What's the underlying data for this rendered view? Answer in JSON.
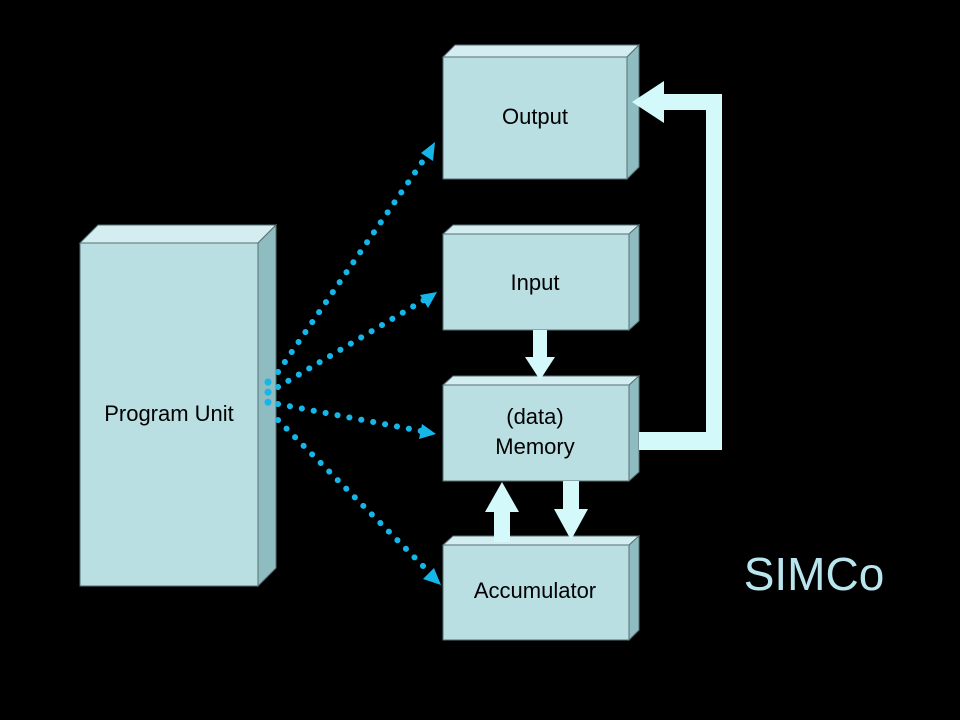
{
  "title": "SIMCo",
  "colors": {
    "background": "#000000",
    "box_front": "#b9dfe3",
    "box_top": "#d3edf0",
    "box_side": "#8fbcc1",
    "box_edge": "#566f72",
    "data_arrow": "#d4f9fb",
    "control_dots": "#17b6e8",
    "title": "#b9e6ee"
  },
  "boxes": {
    "program_unit": {
      "label": "Program Unit"
    },
    "output": {
      "label": "Output"
    },
    "input": {
      "label": "Input"
    },
    "memory": {
      "label_line1": "(data)",
      "label_line2": "Memory"
    },
    "accumulator": {
      "label": "Accumulator"
    }
  },
  "arrows": {
    "data_flow": [
      {
        "from": "memory",
        "to": "output"
      },
      {
        "from": "input",
        "to": "memory"
      },
      {
        "from": "memory",
        "to": "accumulator"
      },
      {
        "from": "accumulator",
        "to": "memory"
      }
    ],
    "control_flow": [
      {
        "from": "program_unit",
        "to": "output"
      },
      {
        "from": "program_unit",
        "to": "input"
      },
      {
        "from": "program_unit",
        "to": "memory"
      },
      {
        "from": "program_unit",
        "to": "accumulator"
      }
    ]
  }
}
